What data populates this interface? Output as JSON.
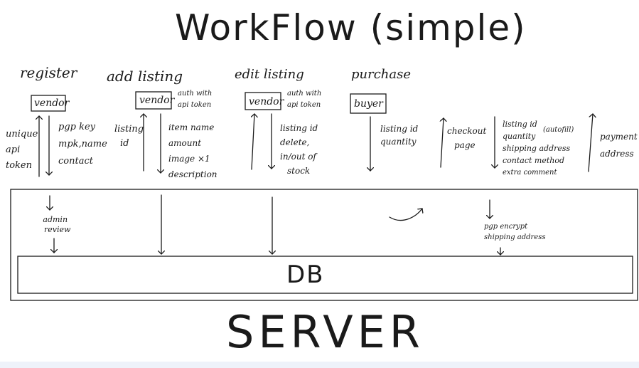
{
  "title": "WorkFlow (simple)",
  "server_label": "SERVER",
  "db_label": "DB",
  "register": {
    "heading": "register",
    "actor": "vendor",
    "up_note": [
      "unique",
      "api",
      "token"
    ],
    "down_note": [
      "pgp key",
      "mpk,name",
      "contact"
    ],
    "server_note": [
      "admin",
      "review"
    ]
  },
  "add_listing": {
    "heading": "add listing",
    "actor": "vendor",
    "auth_note": [
      "auth with",
      "api token"
    ],
    "up_note": [
      "listing",
      "id"
    ],
    "down_note": [
      "item name",
      "amount",
      "image ×1",
      "description"
    ]
  },
  "edit_listing": {
    "heading": "edit listing",
    "actor": "vendor",
    "auth_note": [
      "auth with",
      "api token"
    ],
    "down_note": [
      "listing id",
      "delete,",
      "in/out of",
      "stock"
    ]
  },
  "purchase": {
    "heading": "purchase",
    "actor": "buyer",
    "note_1": [
      "listing id",
      "quantity"
    ],
    "note_2": [
      "checkout",
      "page"
    ],
    "note_3": [
      "listing id",
      "quantity",
      "shipping address",
      "contact method",
      "extra comment"
    ],
    "autofill": "(autofill)",
    "note_4": [
      "payment",
      "address"
    ],
    "server_note": [
      "pgp encrypt",
      "shipping address"
    ]
  }
}
